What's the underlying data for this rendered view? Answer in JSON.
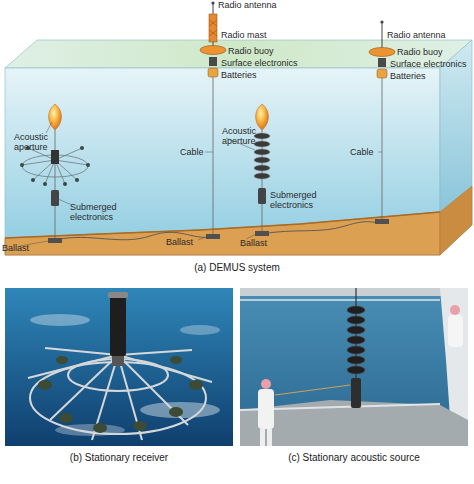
{
  "diagram": {
    "labels": [
      "Radio antenna",
      "Radio mast",
      "Radio buoy",
      "Surface electronics",
      "Batteries",
      "Radio antenna",
      "Radio buoy",
      "Surface electronics",
      "Batteries",
      "Acoustic aperture",
      "Cable",
      "Acoustic aperture",
      "Cable",
      "Submerged electronics",
      "Submerged electronics",
      "Ballast",
      "Ballast",
      "Ballast",
      "(a) DEMUS system",
      "(b) Stationary receiver",
      "(c) Stationary acoustic source"
    ]
  }
}
